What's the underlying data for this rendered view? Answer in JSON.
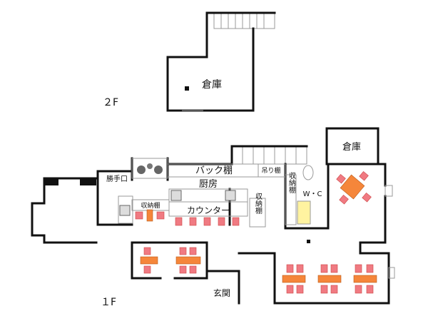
{
  "floors": {
    "second": {
      "label": "２F",
      "rooms": [
        {
          "name": "倉庫"
        }
      ]
    },
    "first": {
      "label": "１F",
      "rooms": {
        "back_door": "勝手口",
        "back_shelf": "バック棚",
        "hanging_shelf": "吊り棚",
        "kitchen": "厨房",
        "storage_shelf_small": "収納棚",
        "counter": "カウンター",
        "storage_shelf_center": "収納棚",
        "storage_shelf_right": "収納棚",
        "wc": "W・C",
        "storage": "倉庫",
        "entrance": "玄関"
      }
    }
  },
  "colors": {
    "chair": "#f07a82",
    "table": "#f5863a",
    "wall": "#111111",
    "wc_sink": "#fff3a0"
  }
}
